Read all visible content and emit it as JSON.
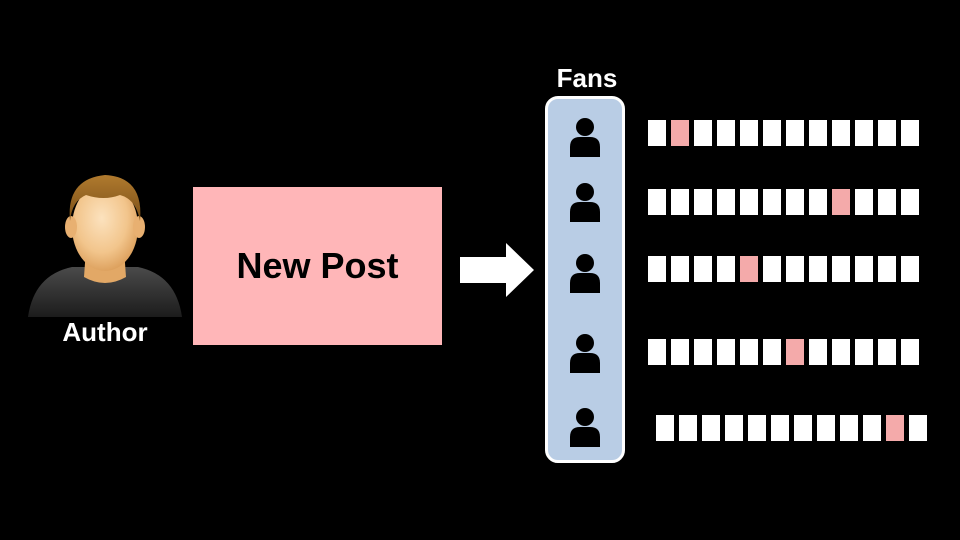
{
  "author": {
    "label": "Author"
  },
  "post": {
    "label": "New Post",
    "color": "#FFB6B8"
  },
  "fans": {
    "label": "Fans",
    "panel_color": "#B9CDE5",
    "icon": "user-icon"
  },
  "timelines": [
    {
      "cells": 12,
      "new_post_index": 1
    },
    {
      "cells": 12,
      "new_post_index": 8
    },
    {
      "cells": 12,
      "new_post_index": 4
    },
    {
      "cells": 12,
      "new_post_index": 6
    },
    {
      "cells": 12,
      "new_post_index": 10
    }
  ],
  "colors": {
    "background": "#000000",
    "queue_cell": "#FFFFFF",
    "queue_new_post": "#F4AAAA"
  }
}
